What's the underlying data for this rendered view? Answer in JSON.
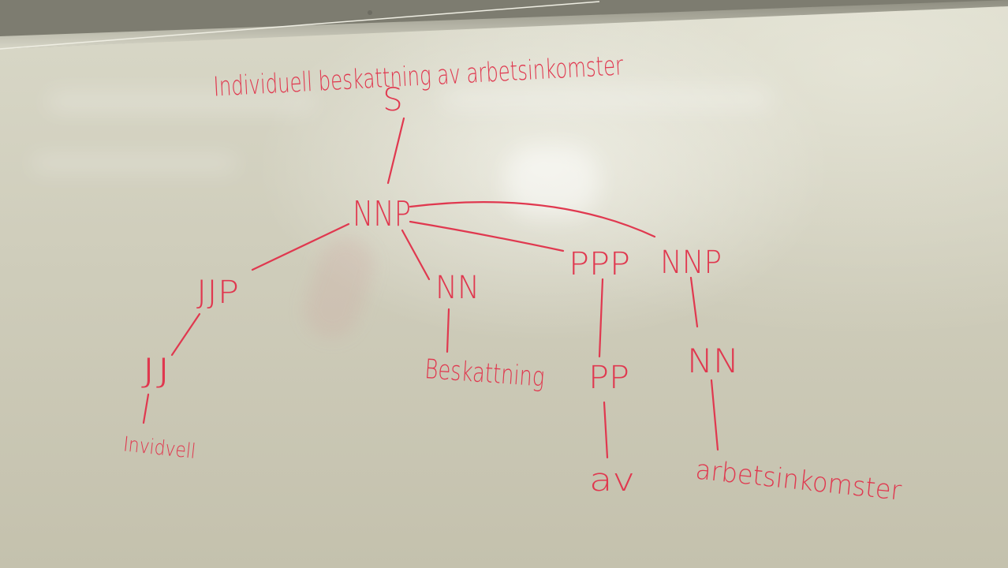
{
  "whiteboard": {
    "heading": "Individuell beskattning av arbetsinkomster",
    "ink_color": "#e0384f",
    "nodes": {
      "s": "S",
      "np_root": "NNP",
      "jjp": "JJP",
      "jj": "JJ",
      "word_individuell": "Invidvell",
      "nn_1": "NN",
      "word_beskattning": "Beskattning",
      "ppp": "PPP",
      "pp": "PP",
      "word_av": "av",
      "nnp_2": "NNP",
      "nn_2": "NN",
      "word_arbetsinkomster": "arbetsinkomster"
    }
  }
}
